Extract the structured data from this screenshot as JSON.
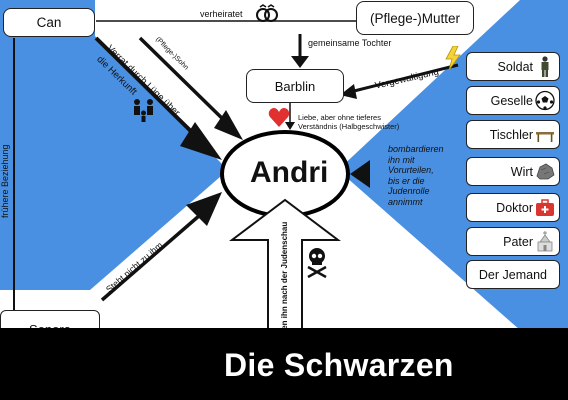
{
  "characters": {
    "can": "Can",
    "mutter": "(Pflege-)Mutter",
    "barblin": "Barblin",
    "andri": "Andri",
    "senora": "Senora"
  },
  "relations": {
    "verheiratet": "verheiratet",
    "gemeinsame_tochter": "gemeinsame Tochter",
    "vergewaltigung": "Vergewaltigung",
    "pflegesohn": "(Pflege-)Sohn",
    "verrat_line1": "Verrat durch Lüge über",
    "verrat_line2": "die Herkunft",
    "liebe_line1": "Liebe, aber ohne tieferes",
    "liebe_line2": "Verständnis (Halbgeschwister)",
    "fruehere_beziehung": "frühere Beziehung",
    "steht_nicht": "Steht nicht zu ihm",
    "toeten": "töten ihn nach der Judenschau"
  },
  "bombardieren": [
    "bombardieren",
    "ihn mit",
    "Vorurteilen,",
    "bis er die",
    "Judenrolle",
    "annimmt"
  ],
  "cast": [
    {
      "label": "Soldat",
      "icon": "soldier-icon"
    },
    {
      "label": "Geselle",
      "icon": "football-icon"
    },
    {
      "label": "Tischler",
      "icon": "table-icon"
    },
    {
      "label": "Wirt",
      "icon": "stone-icon"
    },
    {
      "label": "Doktor",
      "icon": "doctor-bag-icon"
    },
    {
      "label": "Pater",
      "icon": "church-icon"
    },
    {
      "label": "Der Jemand",
      "icon": ""
    }
  ],
  "bottom_title": "Die Schwarzen",
  "colors": {
    "sky_blue": "#4a90e2",
    "heart_red": "#e03030",
    "band_black": "#000000"
  }
}
